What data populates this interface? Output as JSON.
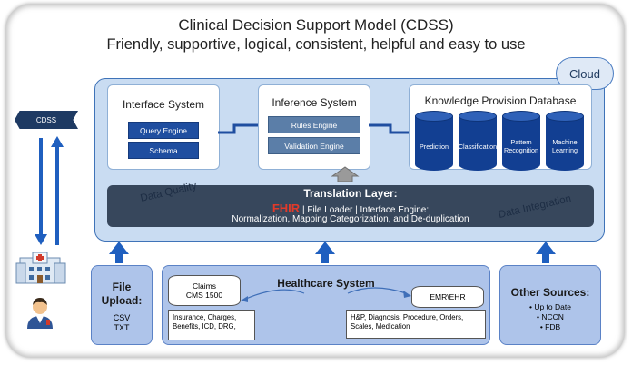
{
  "header": {
    "title": "Clinical Decision Support Model (CDSS)",
    "subtitle": "Friendly, supportive, logical, consistent, helpful and easy to use"
  },
  "cloud": {
    "label": "Cloud"
  },
  "side": {
    "cdss_label": "CDSS"
  },
  "interface_system": {
    "title": "Interface System",
    "items": [
      "Query Engine",
      "Schema"
    ]
  },
  "inference_system": {
    "title": "Inference System",
    "items": [
      "Rules Engine",
      "Validation Engine"
    ]
  },
  "knowledge_db": {
    "title": "Knowledge Provision Database",
    "items": [
      "Prediction",
      "Classification",
      "Pattern Recognition",
      "Machine Learning"
    ]
  },
  "translation": {
    "title": "Translation Layer:",
    "fhir": "FHIR",
    "line2": "| File Loader | Interface Engine:",
    "line3": "Normalization, Mapping Categorization,  and De-duplication",
    "left_label": "Data Quality",
    "right_label": "Data Integration"
  },
  "file_upload": {
    "title": "File Upload:",
    "formats": [
      "CSV",
      "TXT"
    ]
  },
  "healthcare": {
    "title": "Healthcare System",
    "claims_title": "Claims",
    "claims_sub": "CMS 1500",
    "claims_note": "Insurance, Charges, Benefits, ICD, DRG,",
    "emr_title": "EMR\\EHR",
    "emr_note": "H&P, Diagnosis, Procedure, Orders, Scales, Medication"
  },
  "other_sources": {
    "title": "Other Sources:",
    "items": [
      "Up to Date",
      "NCCN",
      "FDB"
    ]
  },
  "colors": {
    "accent_blue": "#1f4ea0",
    "panel_bg": "#c9dcf2",
    "translation_bg": "#37475c",
    "fhir_red": "#e23a2a"
  }
}
